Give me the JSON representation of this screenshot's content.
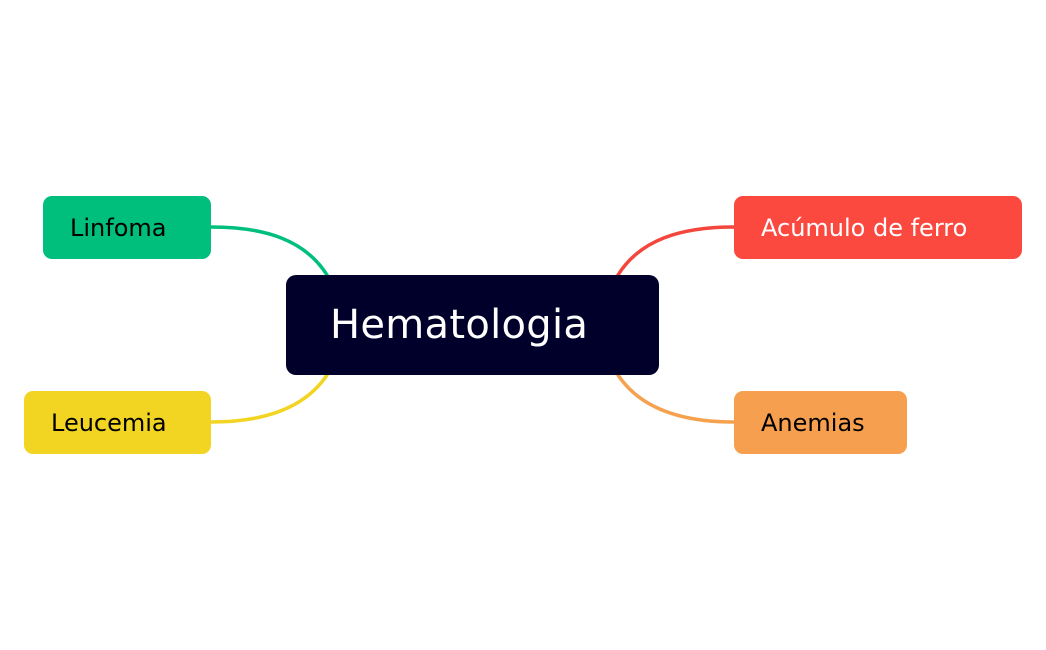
{
  "mindmap": {
    "central": {
      "label": "Hematologia",
      "background": "#00002b",
      "text_color": "#ffffff"
    },
    "branches": [
      {
        "id": "linfoma",
        "label": "Linfoma",
        "background": "#00bf7d",
        "text_color": "#000000",
        "line_color": "#00bf7d"
      },
      {
        "id": "leucemia",
        "label": "Leucemia",
        "background": "#f2d523",
        "text_color": "#000000",
        "line_color": "#f2d523"
      },
      {
        "id": "acumulo",
        "label": "Acúmulo de ferro",
        "background": "#fb4940",
        "text_color": "#ffffff",
        "line_color": "#f4463d"
      },
      {
        "id": "anemias",
        "label": "Anemias",
        "background": "#f6a04f",
        "text_color": "#000000",
        "line_color": "#f5a14e"
      }
    ]
  }
}
